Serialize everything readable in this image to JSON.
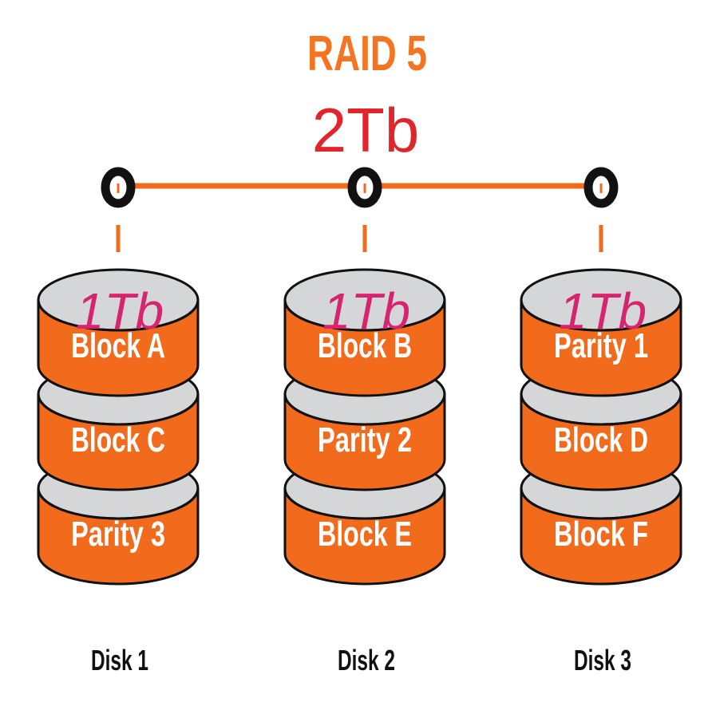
{
  "title": "RAID 5",
  "total_capacity": "2Tb",
  "colors": {
    "title": "#f47421",
    "total_capacity": "#e0262b",
    "disk_capacity": "#d6246e",
    "platter": "#f26b1d",
    "platter_top": "#d4d6d8",
    "connector": "#f26b1d",
    "outline": "#111111"
  },
  "disks": [
    {
      "label": "Disk 1",
      "capacity": "1Tb",
      "blocks": [
        "Block A",
        "Block C",
        "Parity 3"
      ]
    },
    {
      "label": "Disk 2",
      "capacity": "1Tb",
      "blocks": [
        "Block B",
        "Parity 2",
        "Block E"
      ]
    },
    {
      "label": "Disk 3",
      "capacity": "1Tb",
      "blocks": [
        "Parity 1",
        "Block D",
        "Block F"
      ]
    }
  ]
}
